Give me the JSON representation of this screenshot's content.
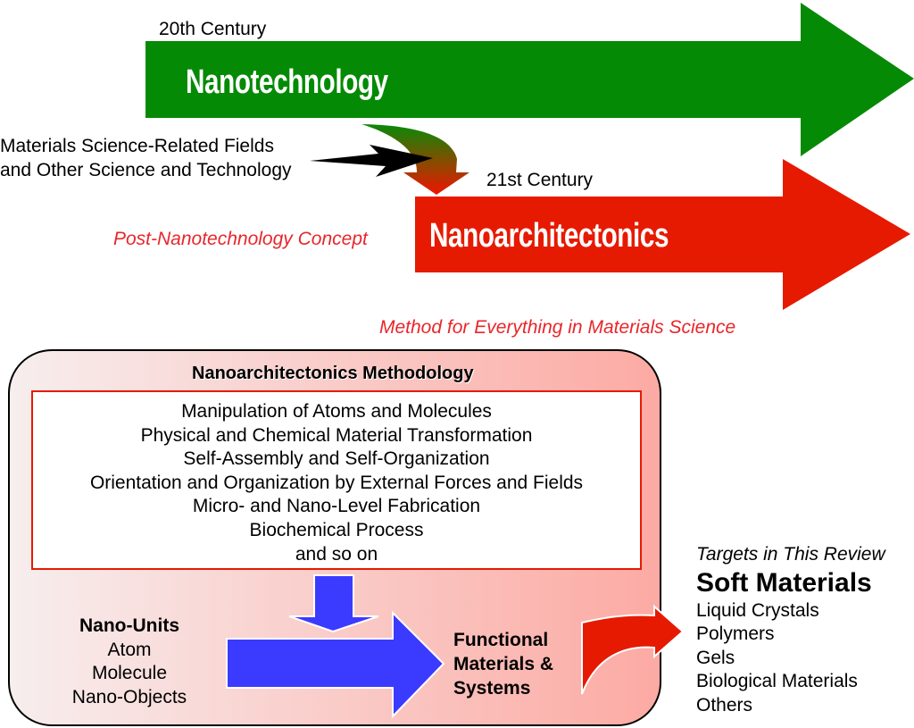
{
  "top_timeline": {
    "century_20": "20th Century",
    "nanotechnology": "Nanotechnology",
    "sources_line1": "Materials Science-Related Fields",
    "sources_line2": "and Other Science and Technology",
    "century_21": "21st Century",
    "nanoarchitectonics": "Nanoarchitectonics",
    "post_concept": "Post-Nanotechnology Concept",
    "method_everything": "Method for Everything in Materials Science"
  },
  "methodology": {
    "title": "Nanoarchitectonics Methodology",
    "items": [
      "Manipulation of Atoms and Molecules",
      "Physical and Chemical Material Transformation",
      "Self-Assembly and Self-Organization",
      "Orientation and Organization by External Forces and Fields",
      "Micro- and Nano-Level Fabrication",
      "Biochemical Process",
      "and so on"
    ]
  },
  "nano_units": {
    "title": "Nano-Units",
    "items": [
      "Atom",
      "Molecule",
      "Nano-Objects"
    ]
  },
  "functional": {
    "line1": "Functional",
    "line2": "Materials &",
    "line3": "Systems"
  },
  "targets": {
    "heading": "Targets in This Review",
    "title": "Soft Materials",
    "items": [
      "Liquid Crystals",
      "Polymers",
      "Gels",
      "Biological Materials",
      "Others"
    ]
  },
  "colors": {
    "green": "#058a05",
    "red": "#e61a00",
    "blue": "#3b3bff",
    "accent_text": "#e8262a",
    "box_fill_start": "#f7eded",
    "box_fill_end": "#fcaaa4"
  }
}
